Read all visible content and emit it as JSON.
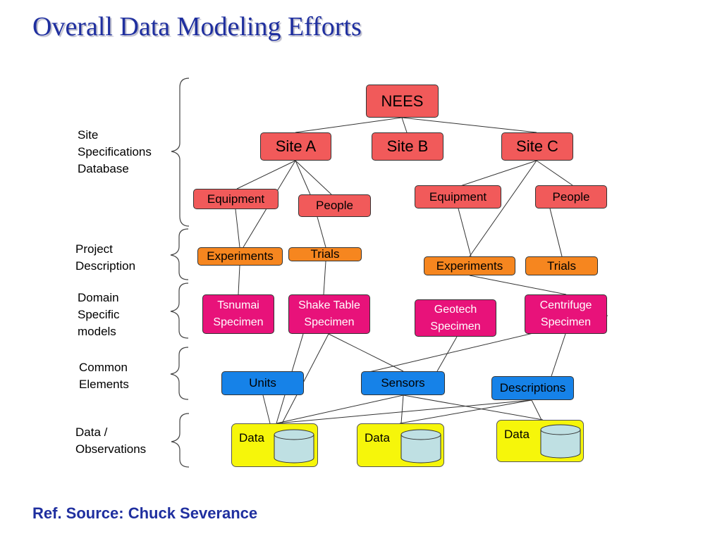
{
  "slide": {
    "title": "Overall Data Modeling Efforts",
    "reference": "Ref. Source: Chuck Severance"
  },
  "levels": {
    "site_specs": [
      "Site",
      "Specifications",
      "Database"
    ],
    "project_desc": [
      "Project",
      "Description"
    ],
    "domain_models": [
      "Domain",
      "Specific",
      "models"
    ],
    "common_elements": [
      "Common",
      "Elements"
    ],
    "data_observations": [
      "Data /",
      "Observations"
    ]
  },
  "nodes": {
    "nees": "NEES",
    "site_a": "Site A",
    "site_b": "Site B",
    "site_c": "Site C",
    "equip_a": "Equipment",
    "people_a": "People",
    "equip_c": "Equipment",
    "people_c": "People",
    "experiments_a": "Experiments",
    "trials_a": "Trials",
    "experiments_c": "Experiments",
    "trials_c": "Trials",
    "tsunami": [
      "Tsnumai",
      "Specimen"
    ],
    "shake": [
      "Shake Table",
      "Specimen"
    ],
    "geotech": [
      "Geotech",
      "Specimen"
    ],
    "centrifuge": [
      "Centrifuge",
      "Specimen"
    ],
    "units": "Units",
    "sensors": "Sensors",
    "descriptions": "Descriptions",
    "data1": "Data",
    "data2": "Data",
    "data3": "Data"
  },
  "colors": {
    "title": "#1f2f9f",
    "site_level": "#f15a5a",
    "project_level": "#f6861f",
    "domain_level": "#e8127a",
    "common_level": "#1682e8",
    "data_level": "#f6f60a",
    "database_icon": "#bfe0e3"
  },
  "icons": {
    "database": "database-cylinder-icon",
    "brace": "curly-brace-icon"
  }
}
